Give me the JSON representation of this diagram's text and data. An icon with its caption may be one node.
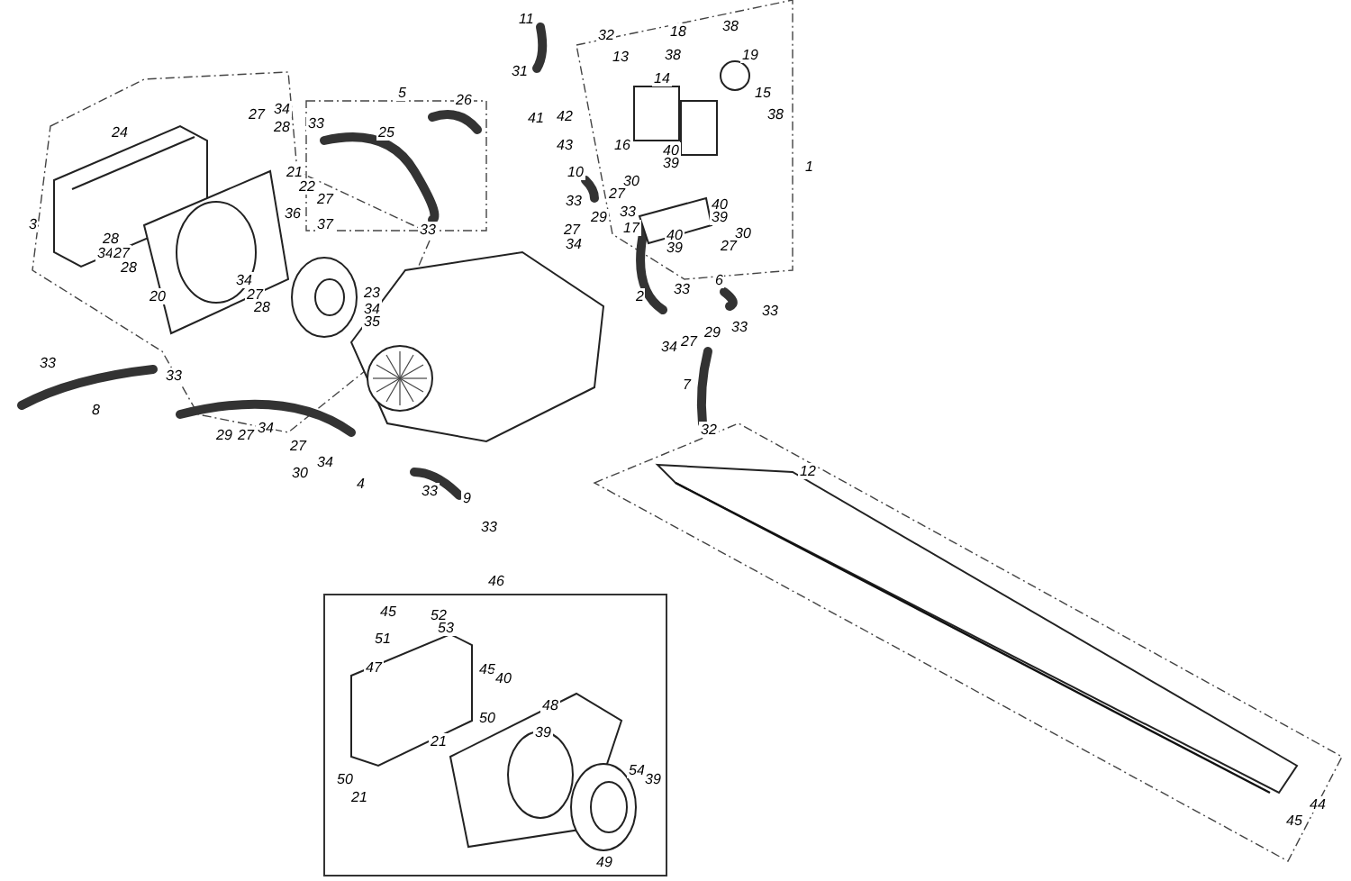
{
  "diagram": {
    "labels": [
      "11",
      "32",
      "18",
      "38",
      "19",
      "31",
      "13",
      "38",
      "5",
      "14",
      "15",
      "24",
      "27",
      "34",
      "28",
      "33",
      "25",
      "26",
      "41",
      "42",
      "38",
      "43",
      "16",
      "40",
      "39",
      "1",
      "21",
      "10",
      "22",
      "27",
      "36",
      "3",
      "37",
      "33",
      "30",
      "27",
      "33",
      "29",
      "33",
      "40",
      "39",
      "28",
      "34",
      "27",
      "27",
      "17",
      "34",
      "40",
      "39",
      "30",
      "27",
      "28",
      "34",
      "27",
      "28",
      "20",
      "23",
      "34",
      "35",
      "2",
      "33",
      "6",
      "34",
      "27",
      "29",
      "33",
      "33",
      "33",
      "33",
      "8",
      "7",
      "29",
      "27",
      "34",
      "32",
      "27",
      "30",
      "34",
      "4",
      "33",
      "9",
      "33",
      "12",
      "46",
      "45",
      "52",
      "53",
      "51",
      "47",
      "45",
      "40",
      "48",
      "50",
      "39",
      "21",
      "50",
      "54",
      "39",
      "21",
      "49",
      "44",
      "45"
    ]
  }
}
